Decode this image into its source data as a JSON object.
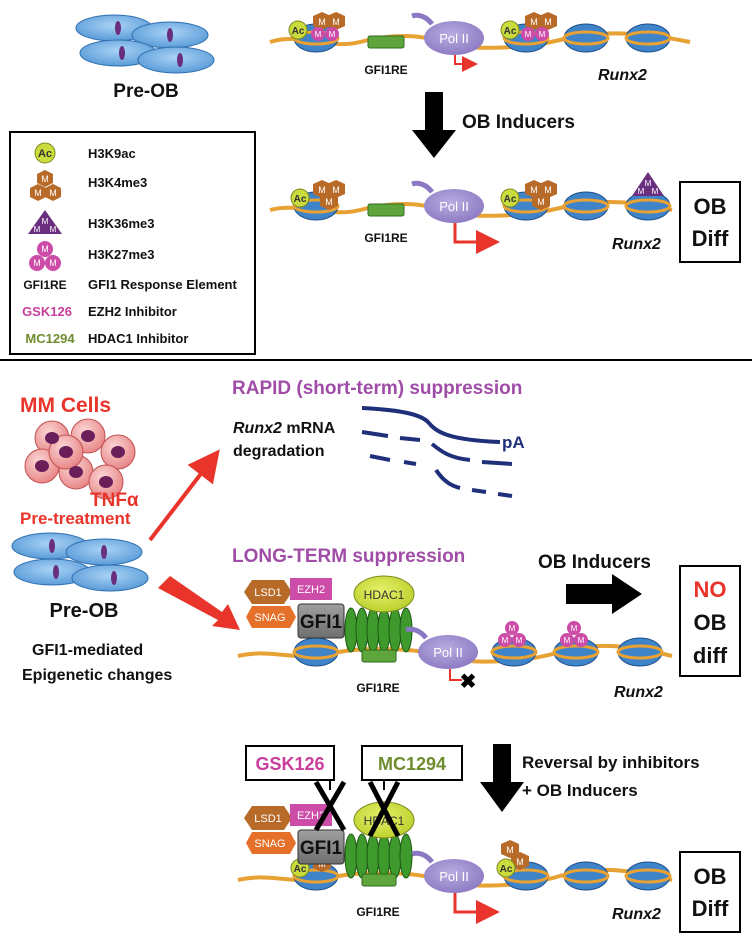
{
  "top": {
    "preob_label": "Pre-OB",
    "gfi1re_label": "GFI1RE",
    "polII_label": "Pol II",
    "runx2_label": "Runx2",
    "ob_inducers_label": "OB Inducers",
    "ob_diff_line1": "OB",
    "ob_diff_line2": "Diff"
  },
  "legend": {
    "items": [
      {
        "symbol": "Ac",
        "text": "H3K9ac"
      },
      {
        "symbol": "M",
        "text": "H3K4me3"
      },
      {
        "symbol": "M",
        "text": "H3K36me3"
      },
      {
        "symbol": "M",
        "text": "H3K27me3"
      },
      {
        "symbol": "GFI1RE",
        "text": "GFI1 Response Element"
      },
      {
        "symbol": "GSK126",
        "text": "EZH2 Inhibitor"
      },
      {
        "symbol": "MC1294",
        "text": "HDAC1 Inhibitor"
      }
    ]
  },
  "bottom": {
    "mm_cells_label": "MM Cells",
    "tnfa_label": "TNFα",
    "pretreatment_label": "Pre-treatment",
    "preob_label": "Pre-OB",
    "rapid_title": "RAPID (short-term) suppression",
    "runx2_italic": "Runx2",
    "mrna_text": " mRNA",
    "degradation_text": "degradation",
    "pa_label": "pA",
    "longterm_title": "LONG-TERM suppression",
    "ob_inducers_label": "OB Inducers",
    "no_label": "NO",
    "ob_label": "OB",
    "diff_label": "diff",
    "gfi1_mediated": "GFI1-mediated",
    "epigenetic_changes": "Epigenetic changes",
    "lsd1": "LSD1",
    "ezh2": "EZH2",
    "snag": "SNAG",
    "gfi1": "GFI1",
    "hdac1": "HDAC1",
    "polII_label": "Pol II",
    "gfi1re_label": "GFI1RE",
    "runx2_label": "Runx2",
    "gsk126": "GSK126",
    "mc1294": "MC1294",
    "reversal_line1": "Reversal by inhibitors",
    "reversal_line2": "+ OB Inducers",
    "ob_diff_line1": "OB",
    "ob_diff_line2": "Diff"
  },
  "colors": {
    "dna": "#E8A133",
    "nucleosome": "#3F83C8",
    "polII": "#9988CC",
    "gfi1re": "#5EA63B",
    "ac": "#CADB3E",
    "k4me3": "#B86A28",
    "k36me3": "#6A2E7E",
    "k27me3": "#CC4CA8",
    "red": "#E8342A",
    "purple_title": "#A04DA8",
    "olive": "#6F8C2E",
    "navy": "#1F2F7A"
  }
}
